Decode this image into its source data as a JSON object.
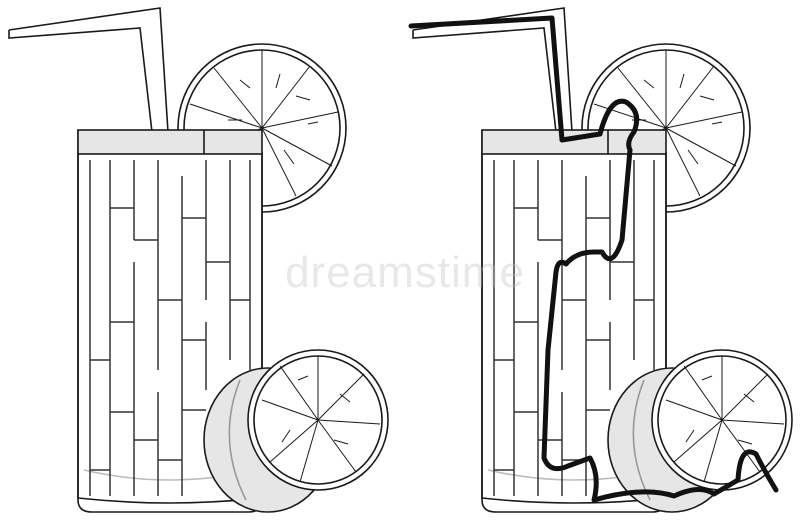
{
  "watermark": {
    "text": "dreamstime"
  },
  "colors": {
    "outline": "#1a1a1a",
    "wall": "#333333",
    "shade": "#e6e6e6",
    "rim": "#cfcfcf",
    "solution_path": "#111111",
    "background": "#ffffff"
  },
  "puzzles": [
    {
      "kind": "unsolved-maze",
      "has_solution_path": false
    },
    {
      "kind": "solved-maze",
      "has_solution_path": true
    }
  ]
}
